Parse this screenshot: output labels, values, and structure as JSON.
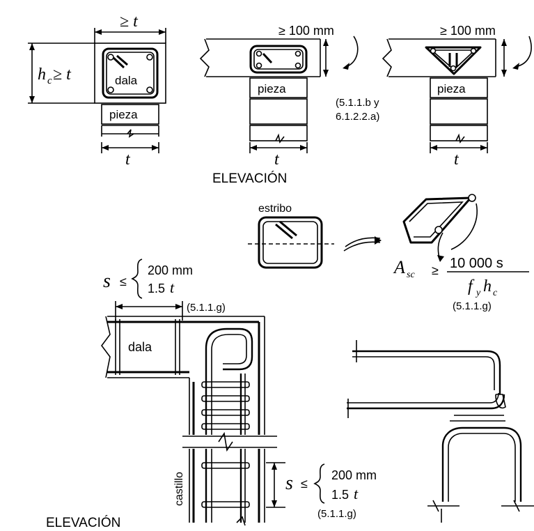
{
  "labels": {
    "geq_t": "≥ t",
    "hc_geq_t": "h",
    "hc_sub": "c",
    "hc_rest": " ≥ t",
    "dala": "dala",
    "pieza": "pieza",
    "t": "t",
    "geq_100mm": "≥ 100 mm",
    "ref_5112": "(5.1.1.b y",
    "ref_6122": "6.1.2.2.a)",
    "elevacion": "ELEVACIÓN",
    "estribo": "estribo",
    "asc_a": "A",
    "asc_sub": "sc",
    "asc_geq": "≥",
    "asc_num": "10 000 s",
    "asc_den_f": "f",
    "asc_den_y": "y",
    "asc_den_h": "h",
    "asc_den_c": "c",
    "ref_511g": "(5.1.1.g)",
    "s_leq": "s ≤",
    "mm200": "200 mm",
    "t15": "1.5",
    "castillo": "castillo"
  },
  "colors": {
    "ink": "#000000",
    "bg": "#ffffff"
  }
}
